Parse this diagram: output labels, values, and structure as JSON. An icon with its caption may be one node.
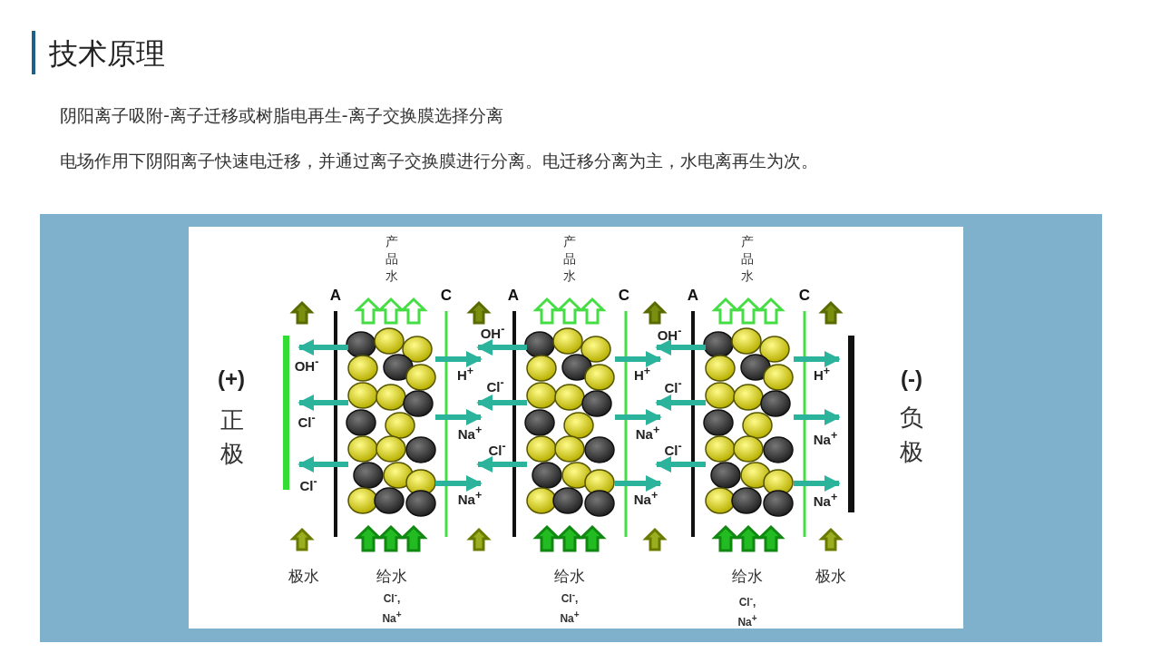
{
  "diagram": {
    "title": "技术原理",
    "labels": [
      "阴阳离子吸附-离子迁移或树脂电再生-离子交换膜选择分离",
      "电场作用下阴阳离子快速电迁移，并通过离子交换膜进行分离。电迁移分离为主，水电离再生为次。",
      "产品水",
      "产品水",
      "产品水",
      "A",
      "C",
      "A",
      "C",
      "A",
      "C",
      "OH$^{-}$",
      "OH$^{-}$",
      "OH$^{-}$",
      "H$^{+}$",
      "H$^{+}$",
      "H$^{+}$",
      "(+)",
      "(-)",
      "Cl$^{-}$",
      "Cl$^{-}$",
      "正",
      "负",
      "Cl$^{-}$",
      "Na$^{+}$",
      "Na$^{+}$",
      "Na$^{+}$",
      "Cl$^{-}$",
      "Cl$^{-}$",
      "极",
      "极",
      "Cl$^{-}$",
      "Na$^{+}$",
      "Na$^{+}$",
      "Na$^{+}$",
      "极水",
      "给水",
      "给水",
      "给水",
      "极水",
      "Cl$^{-}$, Na$^{+}$",
      "Cl$^{-}$, Na$^{+}$",
      "Cl$^{-}$, Na$^{+}$"
    ]
  }
}
